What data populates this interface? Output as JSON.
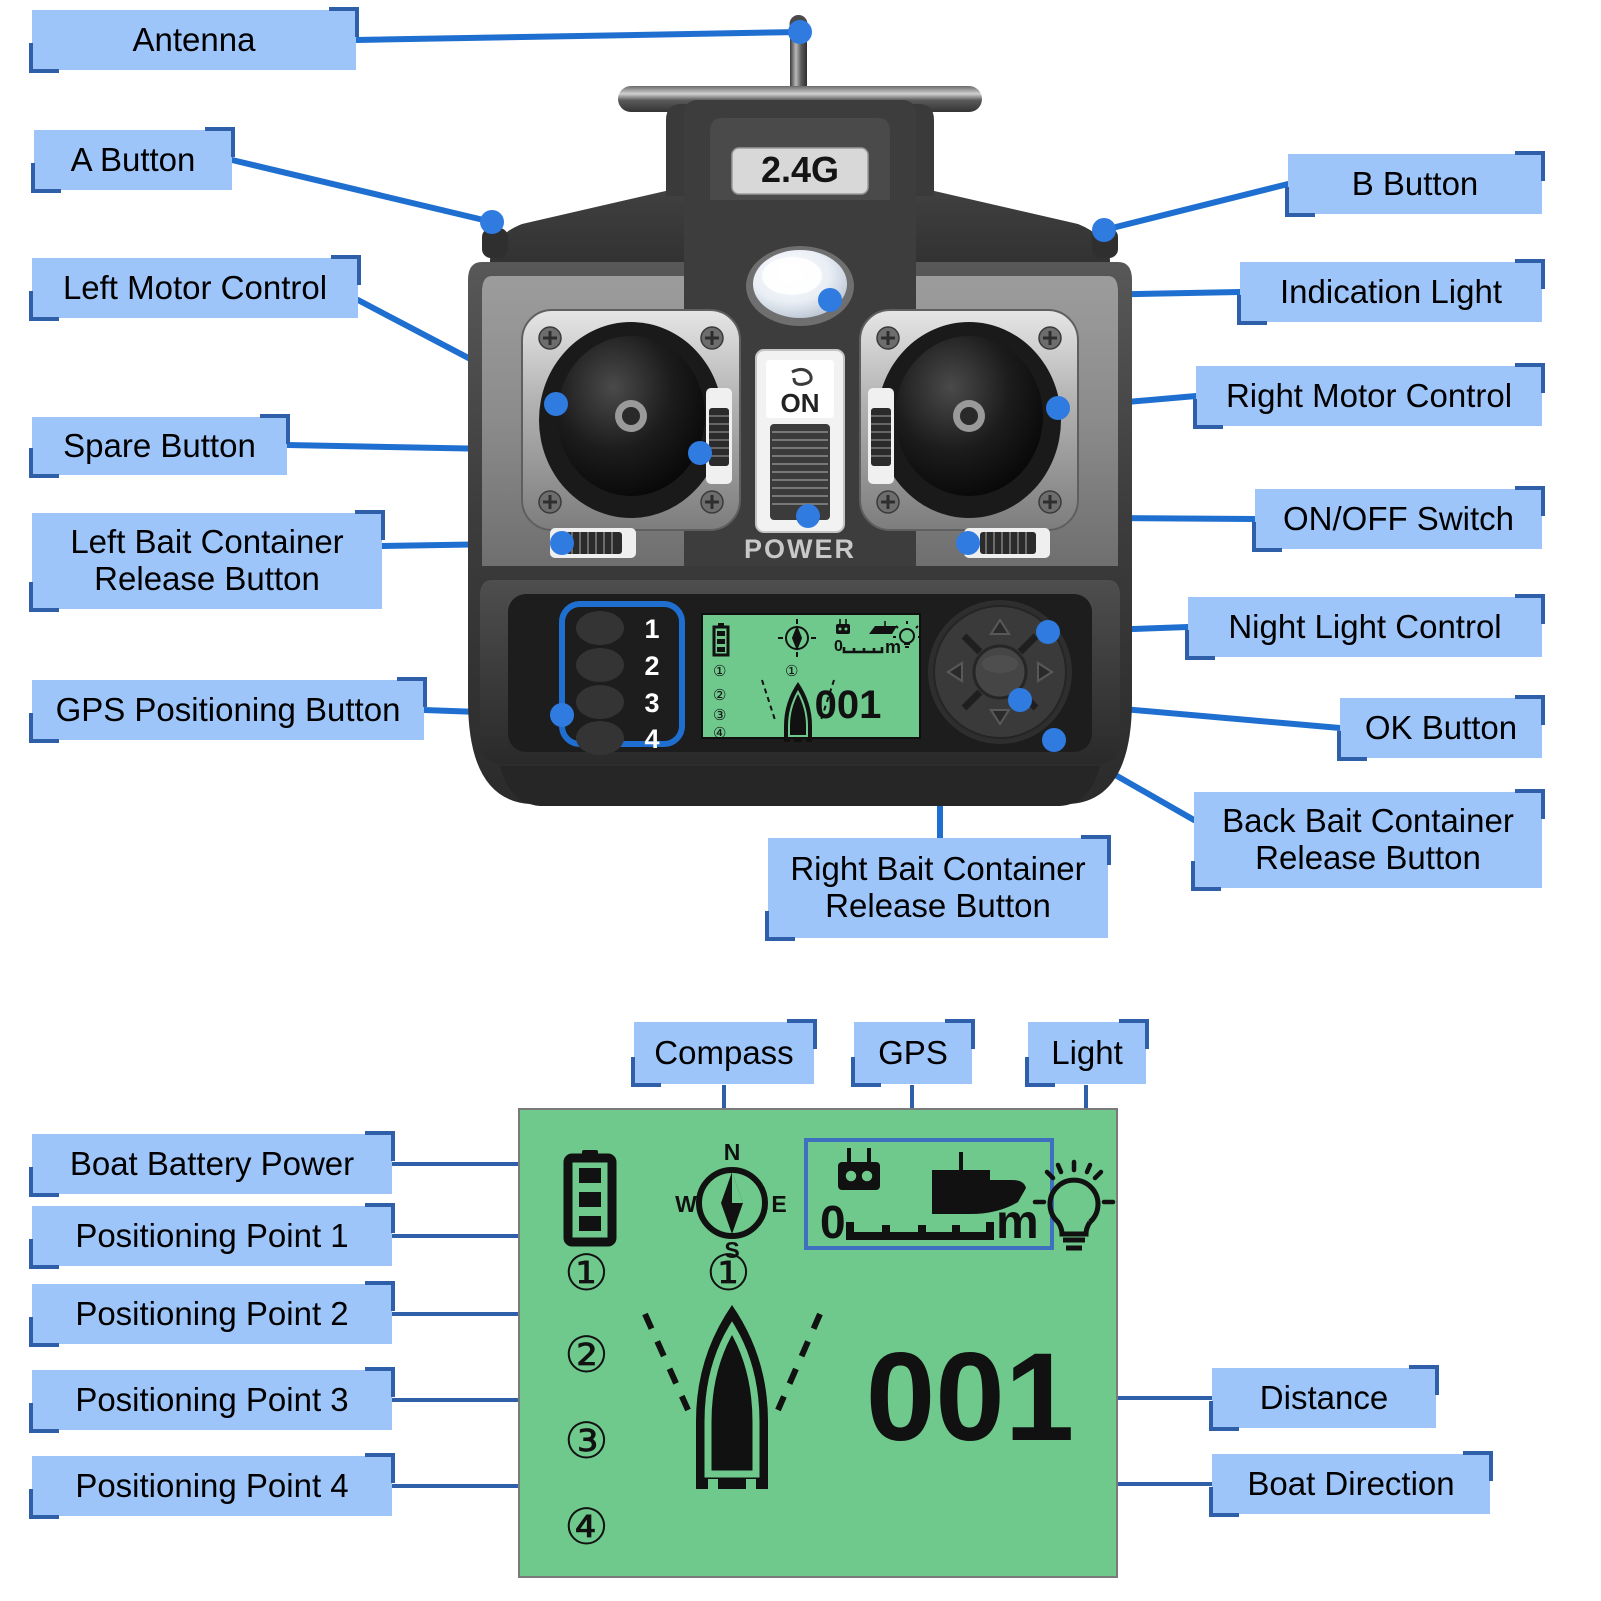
{
  "diagram": {
    "title": "RC Bait Boat Remote Control Diagram",
    "accent_box_fill": "#9EC5FA",
    "accent_line": "#1F6FD0",
    "accent_bracket": "#2E5FA8",
    "lcd_green": "#6FC98C"
  },
  "device": {
    "brand_badge": "2.4G",
    "power_label": "POWER",
    "switch_on_label": "ON",
    "gps_buttons": [
      "1",
      "2",
      "3",
      "4"
    ],
    "body_color": "#4a4a4a",
    "face_color": "#8a8a8a"
  },
  "lcd": {
    "distance_value": "001",
    "scale_zero": "0",
    "scale_unit": "m",
    "compass": {
      "n": "N",
      "e": "E",
      "s": "S",
      "w": "W"
    },
    "points": [
      "①",
      "②",
      "③",
      "④"
    ],
    "boat_marker": "①",
    "icons": {
      "battery": "battery-icon",
      "compass": "compass-icon",
      "transmitter": "remote-transmitter-icon",
      "boat": "ship-icon",
      "light": "lightbulb-icon",
      "boat_direction": "boat-direction-icon"
    }
  },
  "callouts_top": [
    {
      "id": "antenna",
      "label": "Antenna"
    },
    {
      "id": "a-button",
      "label": "A Button"
    },
    {
      "id": "left-motor-control",
      "label": "Left Motor Control"
    },
    {
      "id": "spare-button",
      "label": "Spare Button"
    },
    {
      "id": "left-bait",
      "label": "Left Bait Container\nRelease Button",
      "line1": "Left Bait Container",
      "line2": "Release Button"
    },
    {
      "id": "gps-positioning",
      "label": "GPS Positioning Button"
    },
    {
      "id": "b-button",
      "label": "B Button"
    },
    {
      "id": "indication-light",
      "label": "Indication Light"
    },
    {
      "id": "right-motor-control",
      "label": "Right Motor Control"
    },
    {
      "id": "on-off-switch",
      "label": "ON/OFF Switch"
    },
    {
      "id": "night-light",
      "label": "Night Light Control"
    },
    {
      "id": "ok-button",
      "label": "OK Button"
    },
    {
      "id": "back-bait",
      "label": "Back Bait Container\nRelease Button",
      "line1": "Back Bait Container",
      "line2": "Release Button"
    },
    {
      "id": "right-bait",
      "label": "Right Bait Container\nRelease Button",
      "line1": "Right Bait Container",
      "line2": "Release Button"
    }
  ],
  "callouts_bottom": [
    {
      "id": "compass",
      "label": "Compass"
    },
    {
      "id": "gps",
      "label": "GPS"
    },
    {
      "id": "light",
      "label": "Light"
    },
    {
      "id": "boat-battery",
      "label": "Boat Battery Power"
    },
    {
      "id": "point-1",
      "label": "Positioning Point 1"
    },
    {
      "id": "point-2",
      "label": "Positioning Point 2"
    },
    {
      "id": "point-3",
      "label": "Positioning Point 3"
    },
    {
      "id": "point-4",
      "label": "Positioning Point 4"
    },
    {
      "id": "distance",
      "label": "Distance"
    },
    {
      "id": "boat-direction",
      "label": "Boat Direction"
    }
  ]
}
